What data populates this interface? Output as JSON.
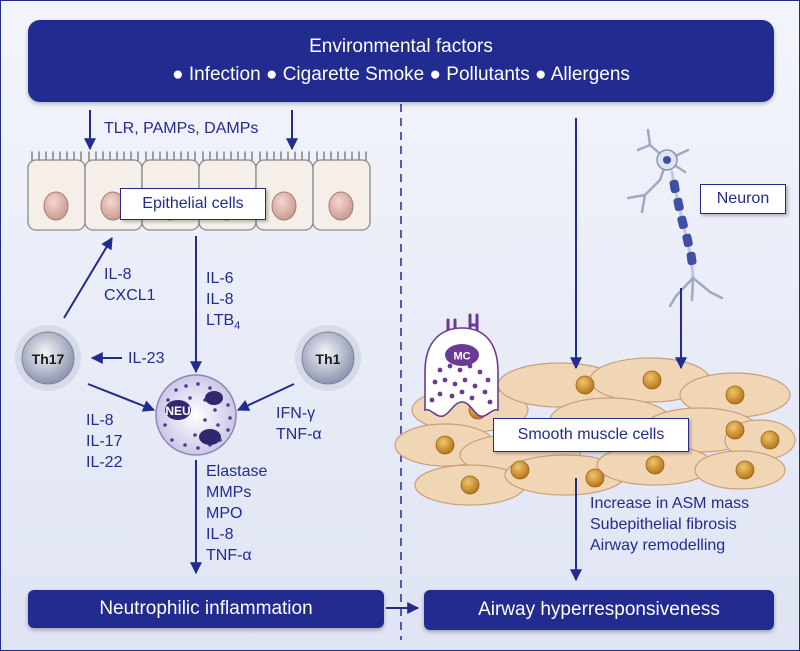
{
  "header": {
    "title": "Environmental factors",
    "factors": [
      "Infection",
      "Cigarette Smoke",
      "Pollutants",
      "Allergens"
    ]
  },
  "receptors_label": "TLR, PAMPs, DAMPs",
  "epithelial_label": "Epithelial cells",
  "mediators_to_neu": [
    "IL-6",
    "IL-8",
    "LTB"
  ],
  "ltb_subscript": "4",
  "th17_to_epi": [
    "IL-8",
    "CXCL1"
  ],
  "il23_label": "IL-23",
  "th17_label": "Th17",
  "th1_label": "Th1",
  "neu_label": "NEU",
  "mc_label": "MC",
  "th17_cytokines": [
    "IL-8",
    "IL-17",
    "IL-22"
  ],
  "th1_cytokines": [
    "IFN-γ",
    "TNF-α"
  ],
  "neu_products": [
    "Elastase",
    "MMPs",
    "MPO",
    "IL-8",
    "TNF-α"
  ],
  "neuron_label": "Neuron",
  "smooth_muscle_label": "Smooth muscle cells",
  "remodelling_effects": [
    "Increase in ASM mass",
    "Subepithelial fibrosis",
    "Airway remodelling"
  ],
  "outcome_left": "Neutrophilic inflammation",
  "outcome_right": "Airway hyperresponsiveness",
  "colors": {
    "navy": "#222c90",
    "cell_beige": "#f3d9bc",
    "nucleus_orange": "#d9962a",
    "mast_purple": "#6b3a96"
  }
}
